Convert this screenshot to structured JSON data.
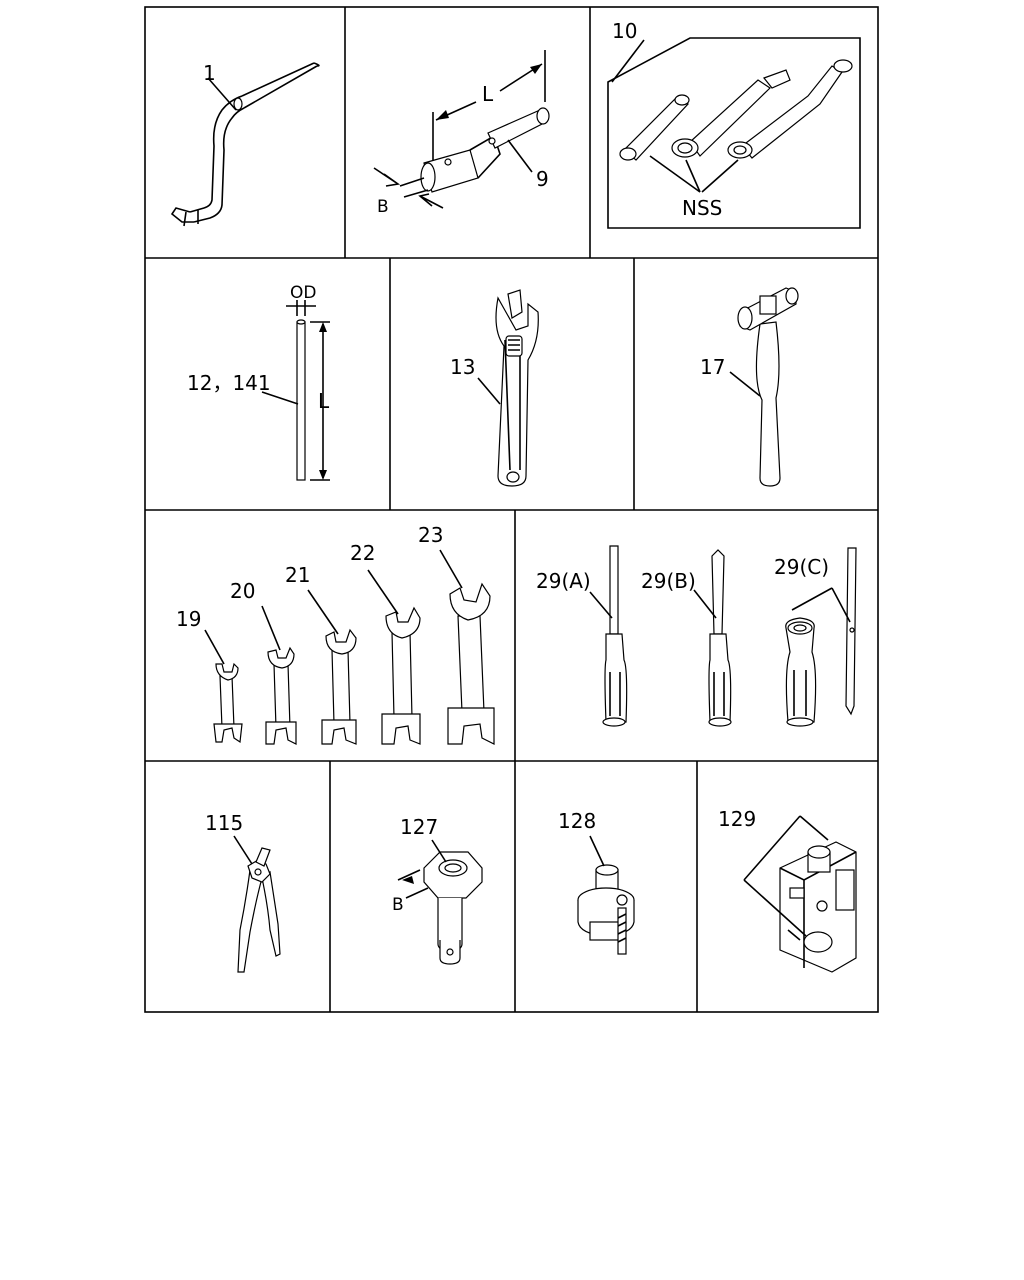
{
  "callouts": {
    "c1": "1",
    "c9": "9",
    "c10": "10",
    "c12": "12，141",
    "c13": "13",
    "c17": "17",
    "c19": "19",
    "c20": "20",
    "c21": "21",
    "c22": "22",
    "c23": "23",
    "c29a": "29(A)",
    "c29b": "29(B)",
    "c29c": "29(C)",
    "c115": "115",
    "c127": "127",
    "c128": "128",
    "c129": "129"
  },
  "dims": {
    "L": "L",
    "B": "B",
    "OD": "OD",
    "NSS": "NSS"
  }
}
